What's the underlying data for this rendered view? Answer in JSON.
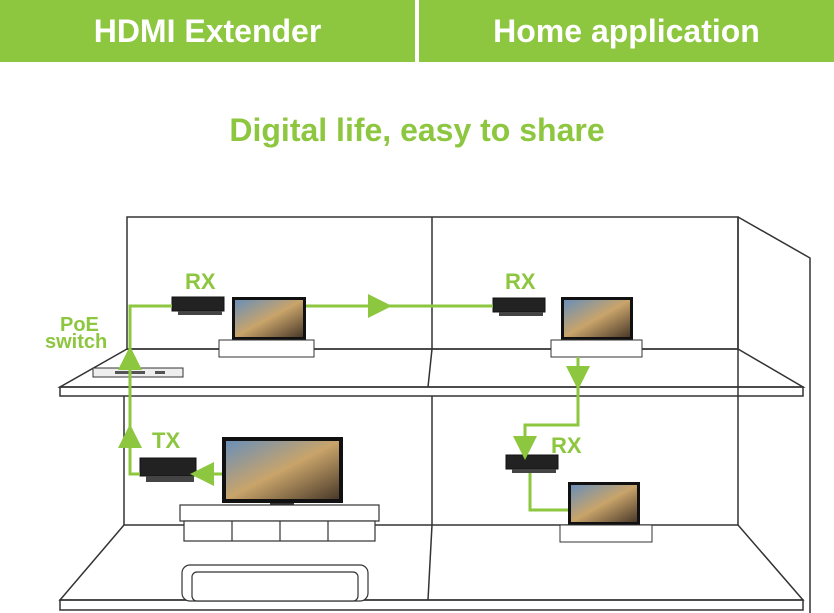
{
  "header": {
    "left_title": "HDMI Extender",
    "right_title": "Home application"
  },
  "subtitle": "Digital life, easy to share",
  "labels": {
    "rx_upper_left": "RX",
    "rx_upper_right": "RX",
    "rx_lower_right": "RX",
    "tx": "TX",
    "poe_line1": "PoE",
    "poe_line2": "switch"
  },
  "colors": {
    "accent": "#8dc63f",
    "line": "#333333"
  }
}
